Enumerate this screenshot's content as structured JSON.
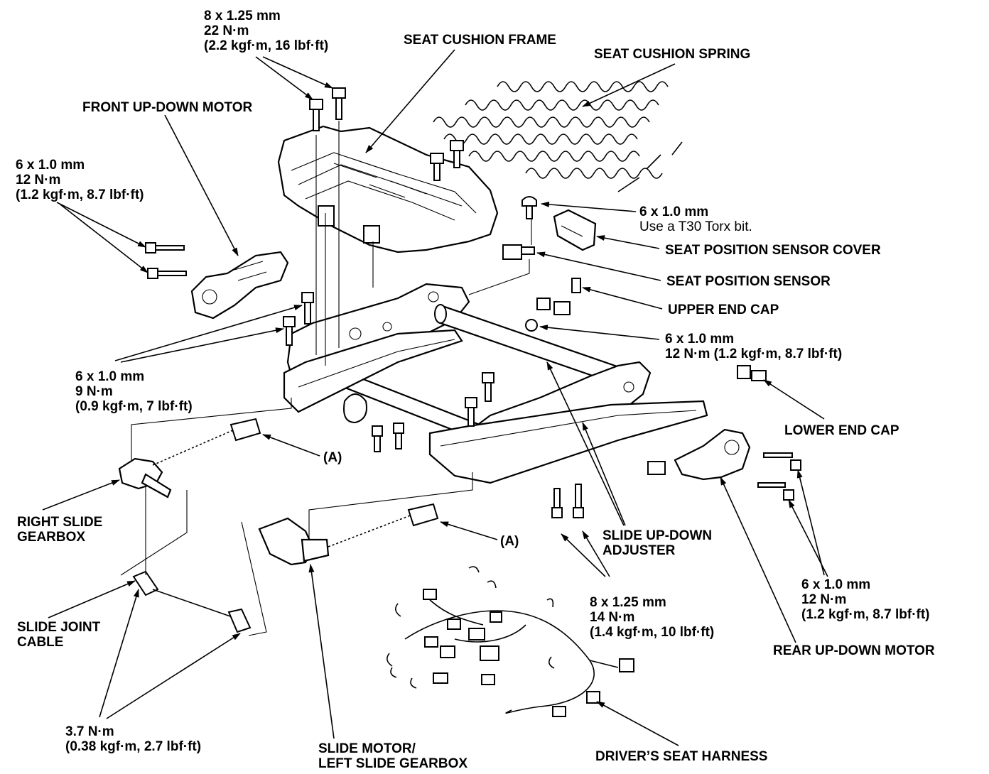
{
  "labels": {
    "bolt_top": {
      "line1": "8 x 1.25 mm",
      "line2": "22 N·m",
      "line3": "(2.2 kgf·m, 16 lbf·ft)"
    },
    "seat_cushion_frame": "SEAT CUSHION FRAME",
    "seat_cushion_spring": "SEAT CUSHION SPRING",
    "front_up_down_motor": "FRONT UP-DOWN MOTOR",
    "bolt_front_motor": {
      "line1": "6 x 1.0 mm",
      "line2": "12 N·m",
      "line3": "(1.2 kgf·m, 8.7 lbf·ft)"
    },
    "sensor_screw": {
      "line1": "6 x 1.0 mm",
      "line2": "Use a T30 Torx bit."
    },
    "seat_position_sensor_cover": "SEAT POSITION SENSOR COVER",
    "seat_position_sensor": "SEAT POSITION SENSOR",
    "upper_end_cap": "UPPER END CAP",
    "nut_mid": {
      "line1": "6 x 1.0 mm",
      "line2": "12 N·m (1.2 kgf·m, 8.7 lbf·ft)"
    },
    "lower_end_cap": "LOWER END CAP",
    "bolt_left_side": {
      "line1": "6 x 1.0 mm",
      "line2": "9 N·m",
      "line3": "(0.9 kgf·m, 7 lbf·ft)"
    },
    "ref_a_upper": "(A)",
    "ref_a_lower": "(A)",
    "right_slide_gearbox": {
      "line1": "RIGHT SLIDE",
      "line2": "GEARBOX"
    },
    "slide_up_down_adjuster": {
      "line1": "SLIDE UP-DOWN",
      "line2": "ADJUSTER"
    },
    "bolt_rear_motor": {
      "line1": "6 x 1.0 mm",
      "line2": "12 N·m",
      "line3": "(1.2 kgf·m, 8.7 lbf·ft)"
    },
    "bolt_bottom": {
      "line1": "8 x 1.25 mm",
      "line2": "14 N·m",
      "line3": "(1.4 kgf·m, 10 lbf·ft)"
    },
    "slide_joint_cable": {
      "line1": "SLIDE JOINT",
      "line2": "CABLE"
    },
    "rear_up_down_motor": "REAR UP-DOWN MOTOR",
    "cable_torque": {
      "line1": "3.7 N·m",
      "line2": "(0.38 kgf·m, 2.7 lbf·ft)"
    },
    "slide_motor": {
      "line1": "SLIDE MOTOR/",
      "line2": "LEFT SLIDE GEARBOX"
    },
    "drivers_seat_harness": "DRIVER’S SEAT HARNESS"
  },
  "colors": {
    "ink": "#000000",
    "paper": "#ffffff"
  }
}
